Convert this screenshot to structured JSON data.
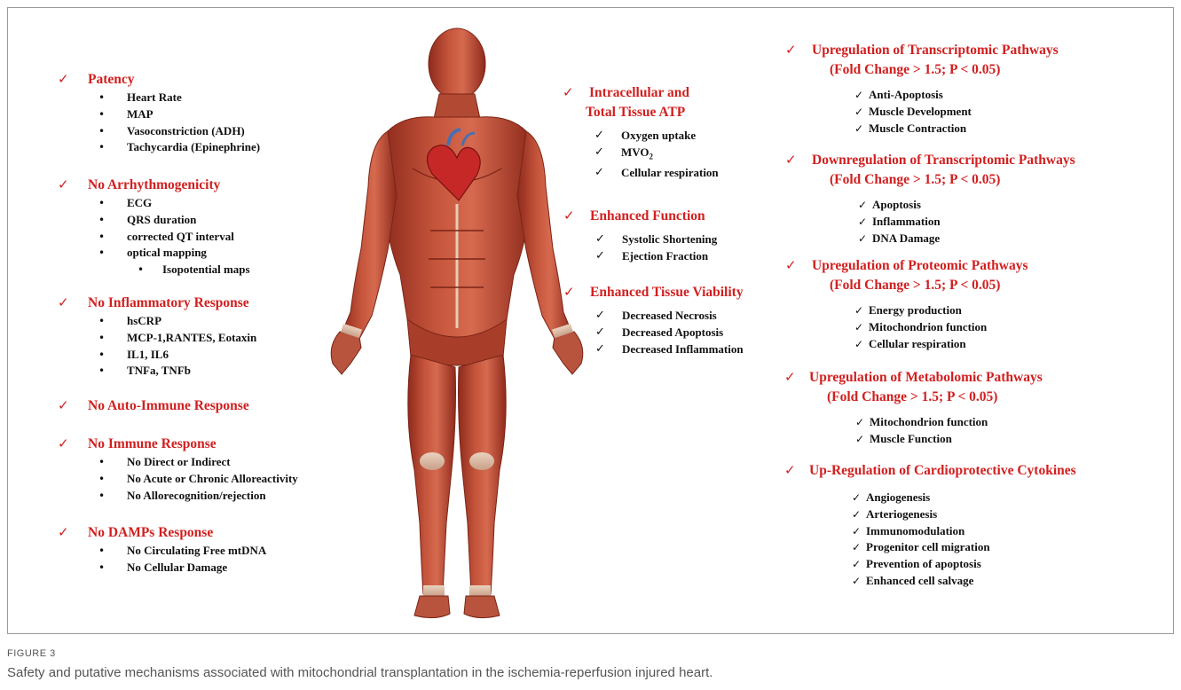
{
  "left": {
    "patency": {
      "title": "Patency",
      "items": [
        "Heart Rate",
        "MAP",
        "Vasoconstriction (ADH)",
        "Tachycardia (Epinephrine)"
      ]
    },
    "arrhythmo": {
      "title": "No Arrhythmogenicity",
      "items": [
        "ECG",
        "QRS duration",
        "corrected QT interval",
        "optical mapping"
      ],
      "subitem": "Isopotential maps"
    },
    "inflammatory": {
      "title": "No Inflammatory Response",
      "items": [
        "hsCRP",
        "MCP-1,RANTES, Eotaxin",
        "IL1, IL6",
        "TNFa, TNFb"
      ]
    },
    "autoimmune": {
      "title": "No Auto-Immune Response"
    },
    "immune": {
      "title": "No Immune Response",
      "items": [
        "No Direct or Indirect",
        "No Acute or Chronic Alloreactivity",
        "No Allorecognition/rejection"
      ]
    },
    "damps": {
      "title": "No DAMPs Response",
      "items": [
        "No Circulating Free mtDNA",
        "No Cellular Damage"
      ]
    }
  },
  "middle": {
    "atp": {
      "title_line1": "Intracellular and",
      "title_line2": "Total Tissue ATP",
      "item1": "Oxygen uptake",
      "item2_main": "MVO",
      "item2_sub": "2",
      "item3": "Cellular respiration"
    },
    "function": {
      "title": "Enhanced Function",
      "items": [
        "Systolic Shortening",
        "Ejection Fraction"
      ]
    },
    "viability": {
      "title": "Enhanced Tissue Viability",
      "items": [
        "Decreased Necrosis",
        "Decreased Apoptosis",
        "Decreased Inflammation"
      ]
    }
  },
  "right": {
    "transcript_up": {
      "title_line1": "Upregulation of Transcriptomic Pathways",
      "title_line2": "(Fold Change > 1.5; P < 0.05)",
      "items": [
        "Anti-Apoptosis",
        "Muscle Development",
        "Muscle Contraction"
      ]
    },
    "transcript_down": {
      "title_line1": "Downregulation of Transcriptomic Pathways",
      "title_line2": "(Fold Change > 1.5; P < 0.05)",
      "items": [
        "Apoptosis",
        "Inflammation",
        "DNA Damage"
      ]
    },
    "proteomic": {
      "title_line1": "Upregulation of Proteomic Pathways",
      "title_line2": "(Fold Change > 1.5; P < 0.05)",
      "items": [
        "Energy production",
        "Mitochondrion function",
        "Cellular respiration"
      ]
    },
    "metabolomic": {
      "title_line1": "Upregulation of Metabolomic Pathways",
      "title_line2": "(Fold Change > 1.5; P < 0.05)",
      "items": [
        "Mitochondrion function",
        "Muscle Function"
      ]
    },
    "cytokines": {
      "title": "Up-Regulation of Cardioprotective Cytokines",
      "items": [
        "Angiogenesis",
        "Arteriogenesis",
        "Immunomodulation",
        "Progenitor cell migration",
        "Prevention of apoptosis",
        "Enhanced cell salvage"
      ]
    }
  },
  "caption": {
    "label": "FIGURE 3",
    "text": "Safety and putative mechanisms associated with mitochondrial transplantation in the ischemia-reperfusion injured heart."
  },
  "colors": {
    "heading": "#d21f1f",
    "muscle": "#b8402c",
    "heart": "#c62828"
  }
}
